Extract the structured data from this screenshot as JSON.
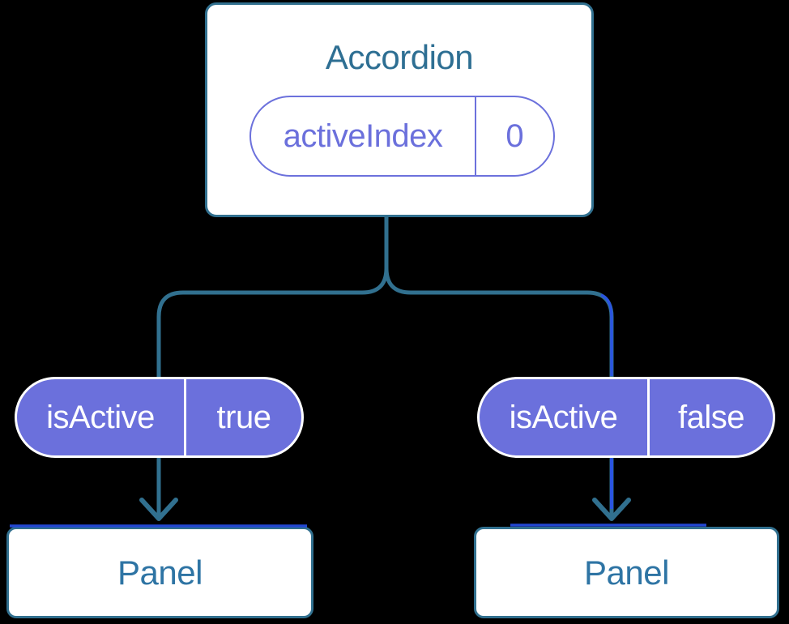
{
  "colors": {
    "background": "#000000",
    "teal": "#31708F",
    "teal-title": "#2E6F93",
    "teal-panel-text": "#2E74A4",
    "purple": "#6B70DC",
    "purple-outline": "#6C71DC",
    "blue-highlight": "#2A54E0",
    "blue-line": "#2347D2",
    "white": "#FFFFFF"
  },
  "root_component": {
    "title": "Accordion",
    "state_pill": {
      "label": "activeIndex",
      "value": "0"
    }
  },
  "children": [
    {
      "prop_pill": {
        "label": "isActive",
        "value": "true"
      },
      "component": {
        "title": "Panel"
      }
    },
    {
      "prop_pill": {
        "label": "isActive",
        "value": "false"
      },
      "component": {
        "title": "Panel"
      }
    }
  ]
}
